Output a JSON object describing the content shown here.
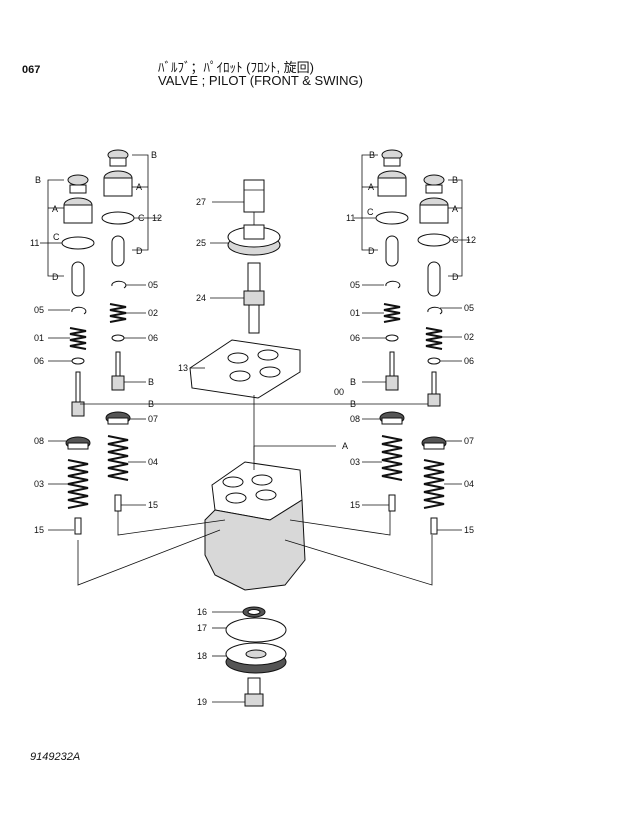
{
  "header": {
    "page_number": "067",
    "title_jp": "ﾊﾞﾙﾌﾞ；ﾊﾟｲﾛｯﾄ (ﾌﾛﾝﾄ, 旋回)",
    "title_en": "VALVE ; PILOT (FRONT & SWING)"
  },
  "drawing_code": "9149232A",
  "callouts": {
    "p27": "27",
    "p25": "25",
    "p24": "24",
    "p13": "13",
    "p16": "16",
    "p17": "17",
    "p18": "18",
    "p19": "19",
    "L_B1": "B",
    "L_A": "A",
    "L_11": "11",
    "L_C": "C",
    "L_D": "D",
    "L_05a": "05",
    "L_01": "01",
    "L_06a": "06",
    "L_08": "08",
    "L_03": "03",
    "L_15a": "15",
    "M_B1": "B",
    "M_A": "A",
    "M_C": "C",
    "M_12": "12",
    "M_D": "D",
    "M_05": "05",
    "M_02": "02",
    "M_06": "06",
    "M_B2": "B",
    "M_B3": "B",
    "M_07": "07",
    "M_04": "04",
    "M_15": "15",
    "R1_B": "B",
    "R1_A": "A",
    "R1_11": "11",
    "R1_C": "C",
    "R1_D": "D",
    "R1_05": "05",
    "R1_01": "01",
    "R1_06": "06",
    "R1_00": "00",
    "R1_B2": "B",
    "R1_B3": "B",
    "R1_08": "08",
    "R1_03": "03",
    "R1_15": "15",
    "R2_B": "B",
    "R2_A": "A",
    "R2_C": "C",
    "R2_12": "12",
    "R2_D": "D",
    "R2_05": "05",
    "R2_02": "02",
    "R2_06": "06",
    "R2_07": "07",
    "R2_04": "04",
    "R2_15": "15",
    "center_A": "A"
  }
}
